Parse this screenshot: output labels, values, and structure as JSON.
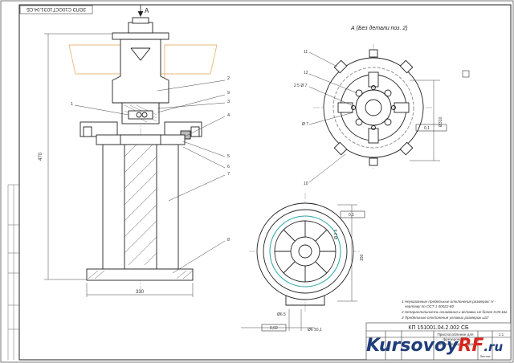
{
  "drawing": {
    "stamp_code": "КП 151001.04.2.002 СБ",
    "rot_stamp": "ЗОЛЭ С10ОСТ10Э1.04.СБ",
    "view_label": "A",
    "view_title": "А (Без детали поз. 2)",
    "title_name_1": "Приспособление для",
    "title_name_2": "фрезерования",
    "title_name_3": "Чертеж общего вида",
    "scale": "1:1",
    "sheets": "Листов"
  },
  "dims": {
    "height": "470",
    "base_width": "330",
    "plan_dia": "Ø310",
    "plan_a": "2 5 Ø 7",
    "plan_b": "Ø 7",
    "ring_dim": "150",
    "sec_a": "Ø6.5",
    "sec_b": "Ø 2 4",
    "sec_c": "Ø6 ±0,1",
    "tol_1": "0,1",
    "tol_2": "0,1",
    "tol_3": "0,02"
  },
  "callouts": [
    "1",
    "2",
    "3",
    "4",
    "5",
    "6",
    "7",
    "8",
    "9",
    "10",
    "11",
    "12"
  ],
  "notes": {
    "n1": "1 Неуказанные предельные отклонения размеров: H -",
    "n1b": "чертежу по ОСТ 1 00022-80",
    "n2": "2 Непараллельность основания и вставки не более 0,05 мм",
    "n3": "3 Предельные отклонения угловых размеров ±10'"
  },
  "watermark": {
    "brand": "Kursovoy",
    "rf": "RF",
    "tld": ".ru"
  }
}
